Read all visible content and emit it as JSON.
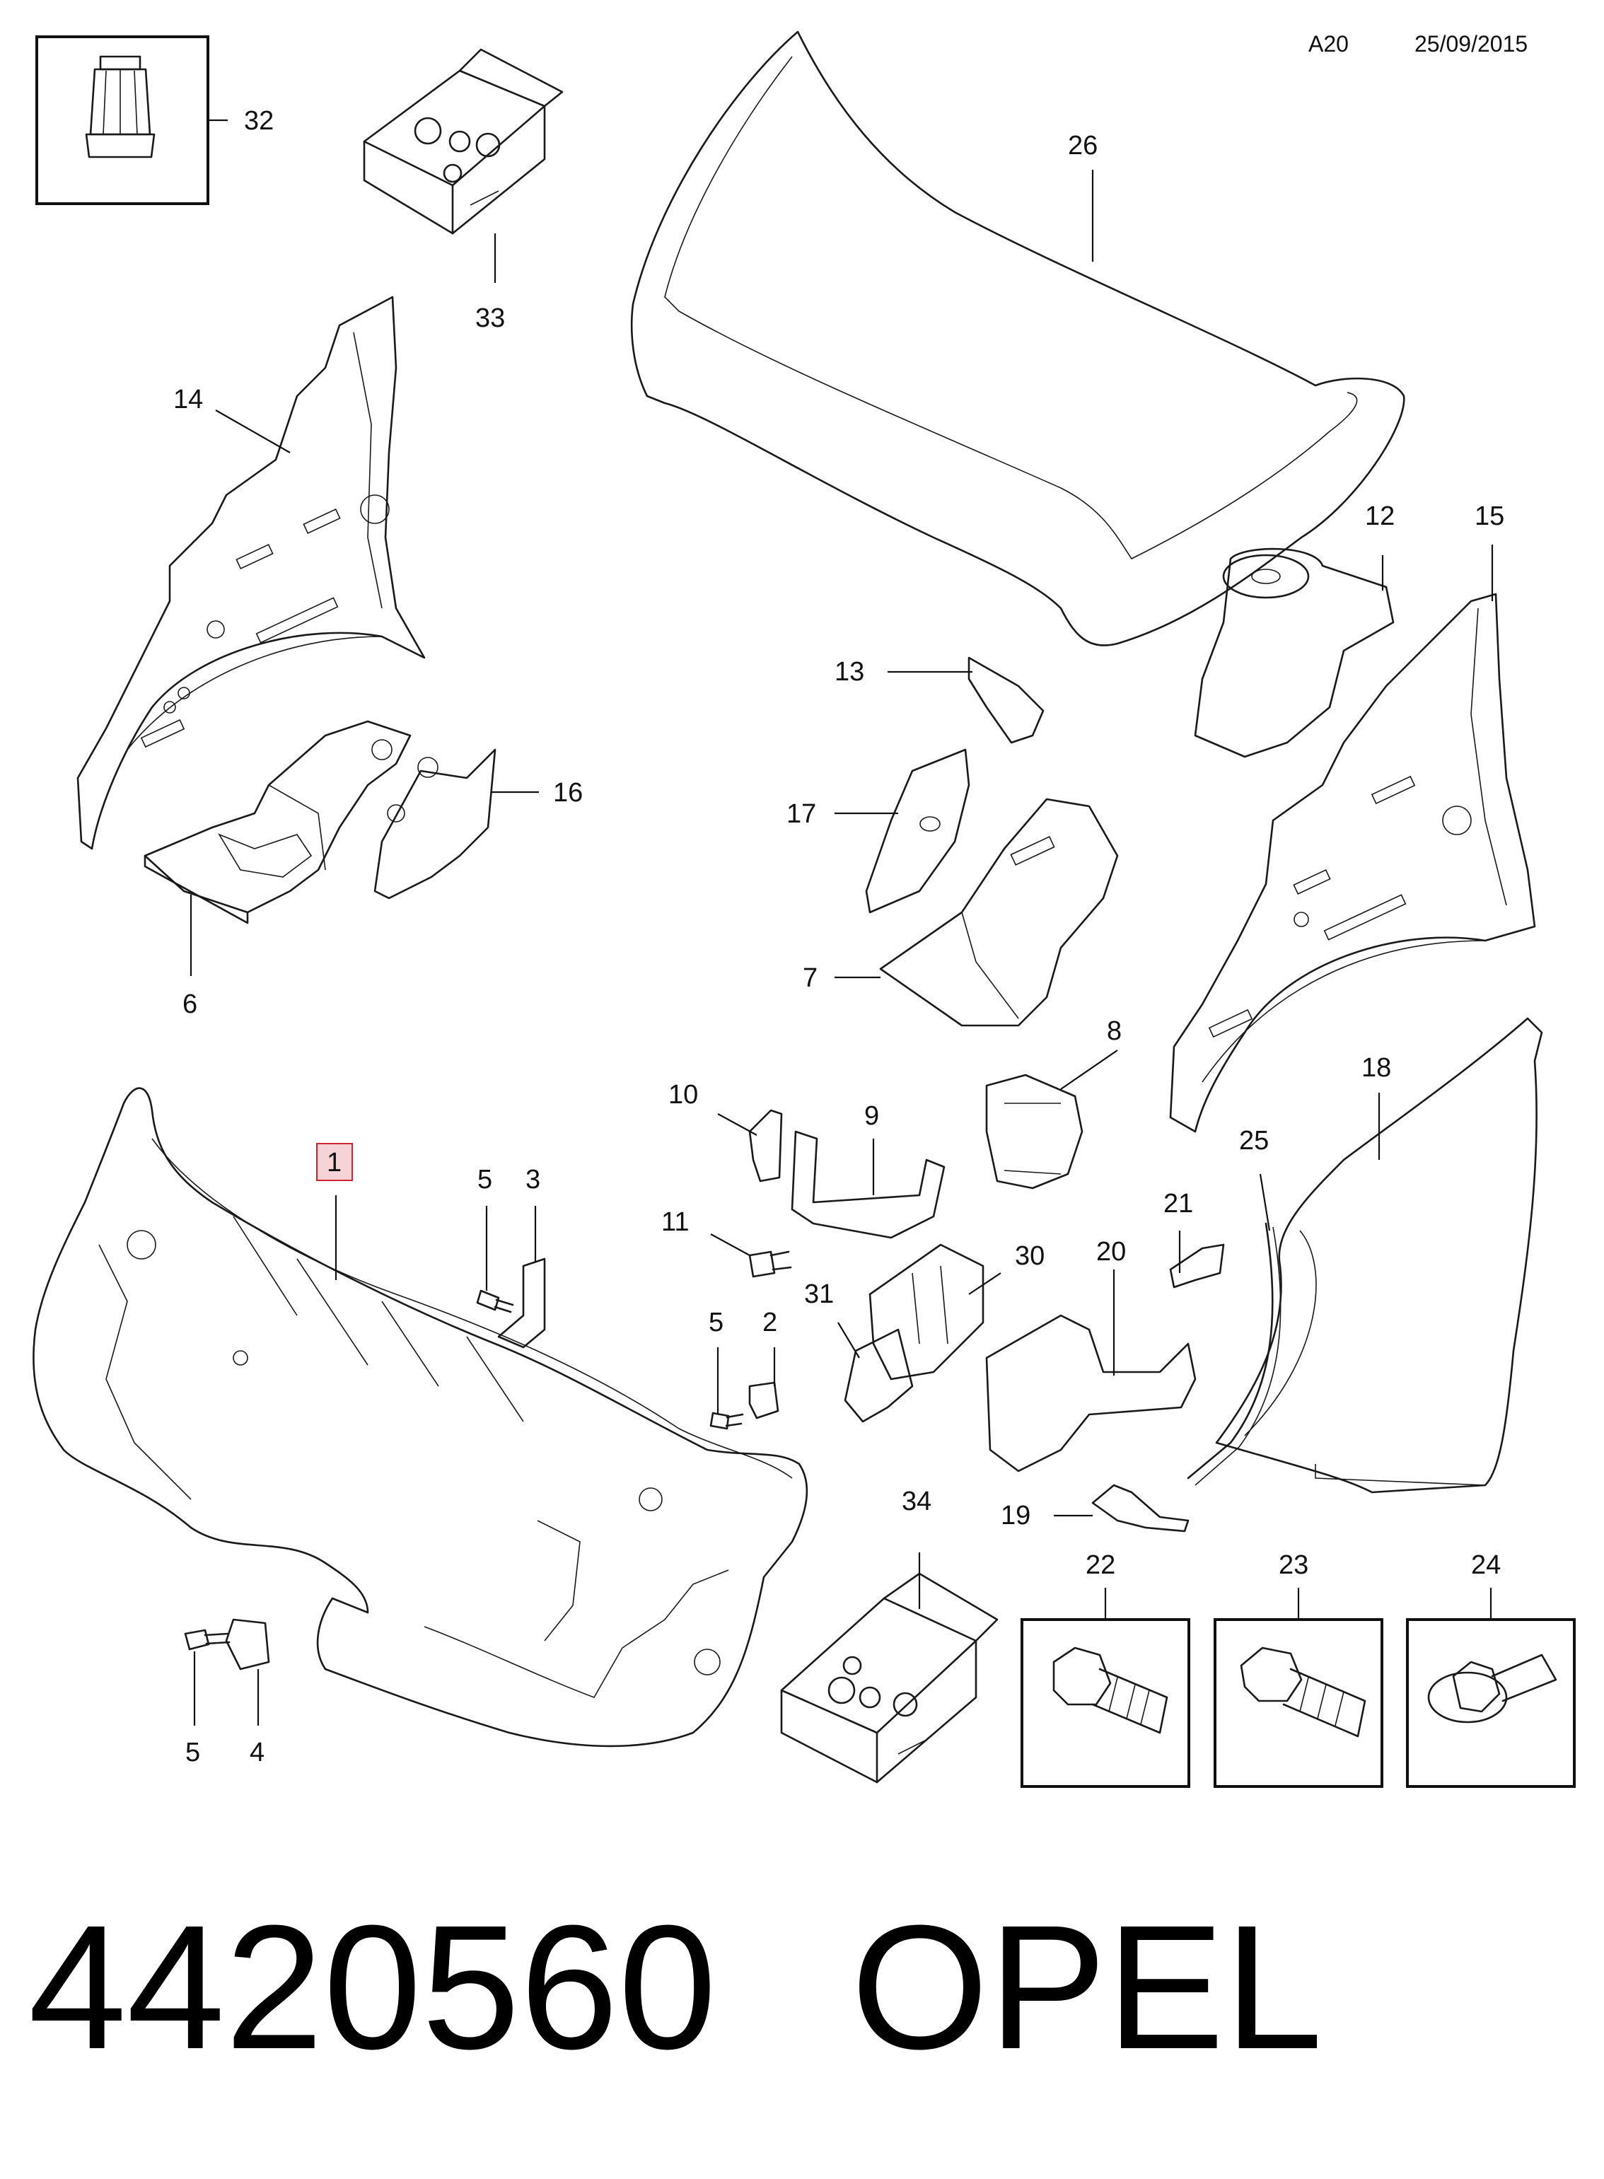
{
  "header": {
    "page_code": "A20",
    "date": "25/09/2015"
  },
  "highlight_color": "#cf2533",
  "callouts": {
    "c1": "1",
    "c2": "2",
    "c3": "3",
    "c4": "4",
    "c5a": "5",
    "c5b": "5",
    "c5c": "5",
    "c6": "6",
    "c7": "7",
    "c8": "8",
    "c9": "9",
    "c10": "10",
    "c11": "11",
    "c12": "12",
    "c13": "13",
    "c14": "14",
    "c15": "15",
    "c16": "16",
    "c17": "17",
    "c18": "18",
    "c19": "19",
    "c20": "20",
    "c21": "21",
    "c22": "22",
    "c23": "23",
    "c24": "24",
    "c25": "25",
    "c26": "26",
    "c30": "30",
    "c31": "31",
    "c32": "32",
    "c33": "33",
    "c34": "34"
  },
  "footer": {
    "part_number": "4420560",
    "brand": "OPEL"
  }
}
